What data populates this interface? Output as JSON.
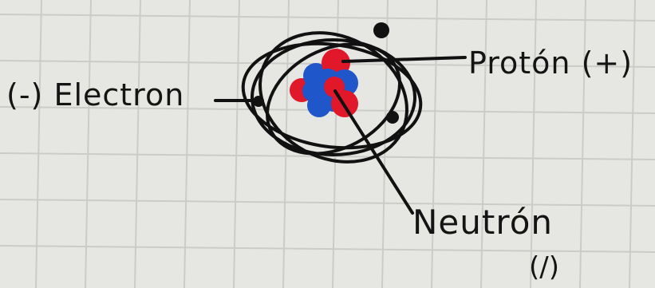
{
  "diagram": {
    "labels": {
      "electron": "(-) Electron",
      "proton": "Protón (+)",
      "neutron": "Neutrón",
      "neutron_charge": "(/)"
    },
    "colors": {
      "paper": "#e6e6e3",
      "grid": "#c9c9c4",
      "ink": "#111111",
      "proton": "#e0182a",
      "neutron": "#1f56c9"
    }
  }
}
